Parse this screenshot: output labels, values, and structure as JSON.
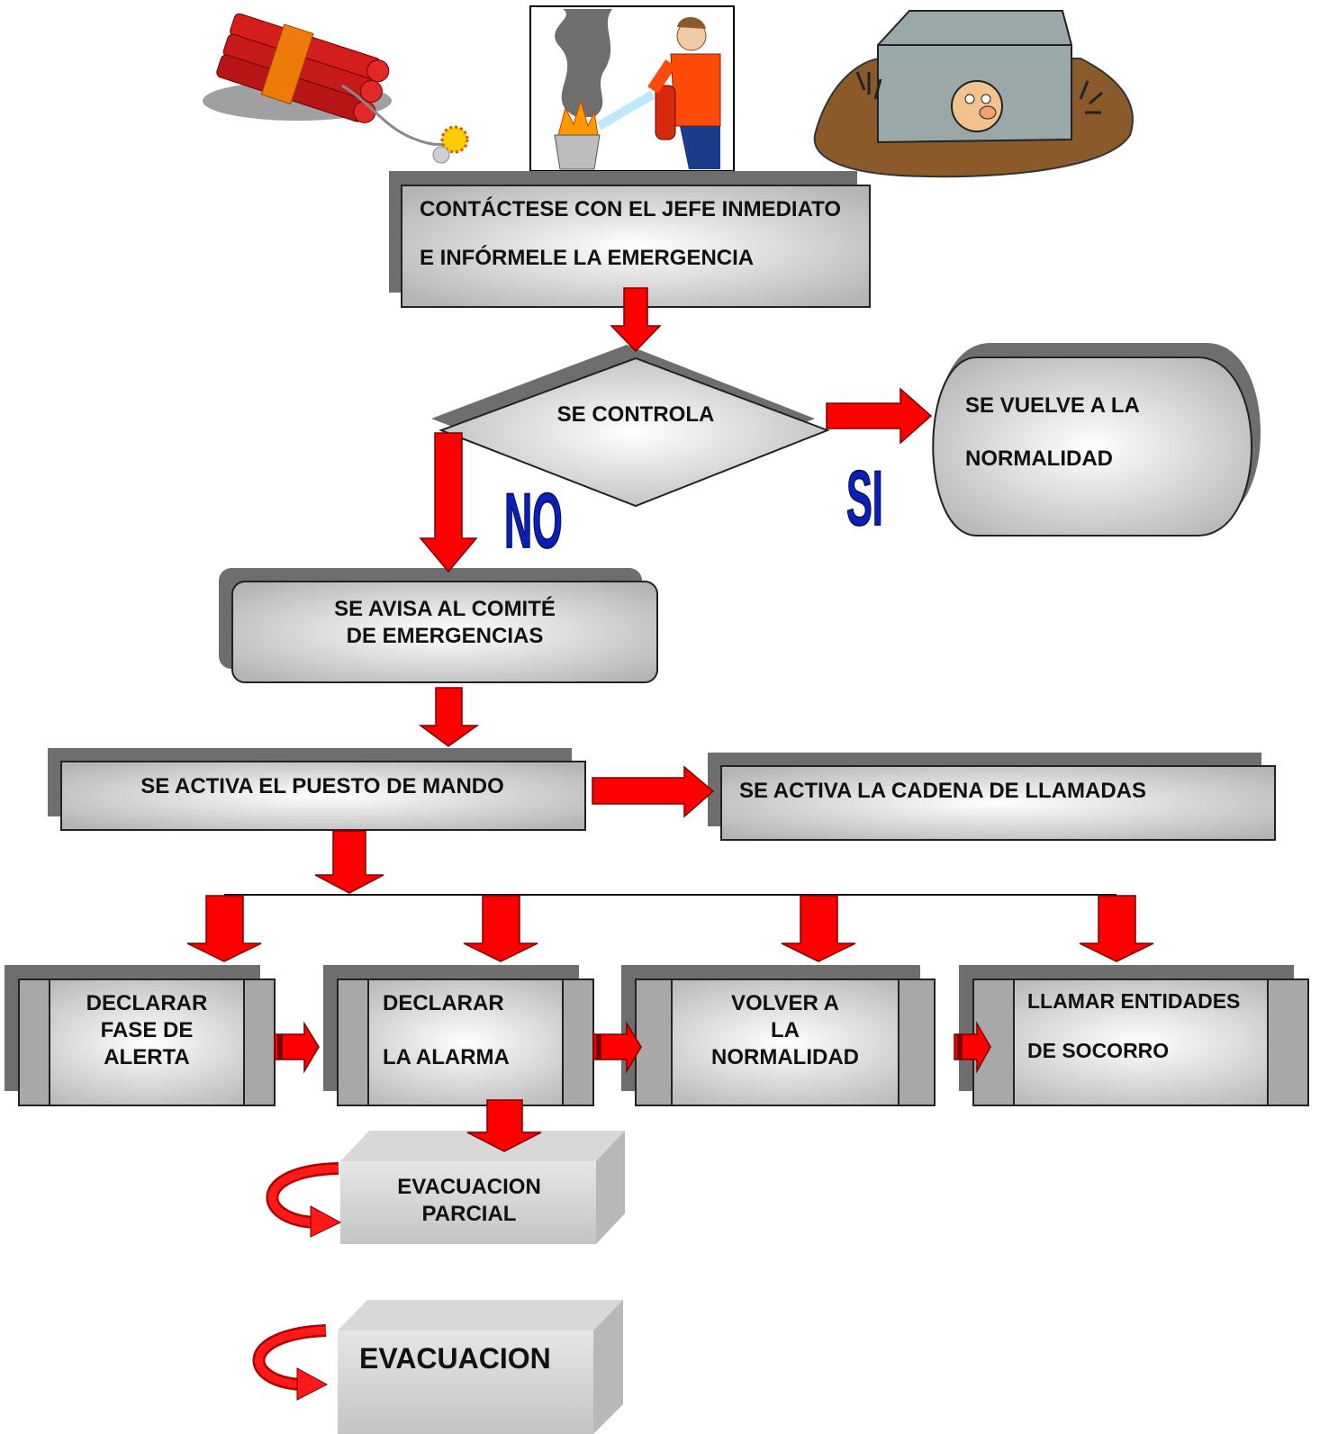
{
  "nodes": {
    "contact": {
      "line1": "CONTÁCTESE CON EL JEFE INMEDIATO",
      "line2": "E INFÓRMELE LA EMERGENCIA"
    },
    "decision": {
      "label": "SE CONTROLA"
    },
    "yes_label": "SI",
    "no_label": "NO",
    "normal": {
      "line1": "SE VUELVE A LA",
      "line2": "NORMALIDAD"
    },
    "committee": {
      "line1": "SE AVISA AL COMITÉ",
      "line2": "DE EMERGENCIAS"
    },
    "command": {
      "label": "SE ACTIVA EL PUESTO DE MANDO"
    },
    "call_chain": {
      "label": "SE ACTIVA LA CADENA DE LLAMADAS"
    },
    "alert": {
      "line1": "DECLARAR",
      "line2": "FASE DE",
      "line3": "ALERTA"
    },
    "alarm": {
      "line1": "DECLARAR",
      "line2": "LA ALARMA"
    },
    "return_normal": {
      "line1": "VOLVER A",
      "line2": "LA",
      "line3": "NORMALIDAD"
    },
    "rescue": {
      "line1": "LLAMAR ENTIDADES",
      "line2": "DE SOCORRO"
    },
    "partial_evac": {
      "line1": "EVACUACION",
      "line2": "PARCIAL"
    },
    "evac": {
      "label": "EVACUACION"
    }
  },
  "icons": [
    "dynamite-icon",
    "fire-extinguisher-person-icon",
    "trapped-person-icon"
  ],
  "colors": {
    "arrow": "#ff0000",
    "arrow_stroke": "#7a0000",
    "box_shadow": "#6e6e6e",
    "box_gradient_light": "#ffffff",
    "box_gradient_dark": "#b4b4b4",
    "yes_no_text": "#0a1fb5"
  }
}
